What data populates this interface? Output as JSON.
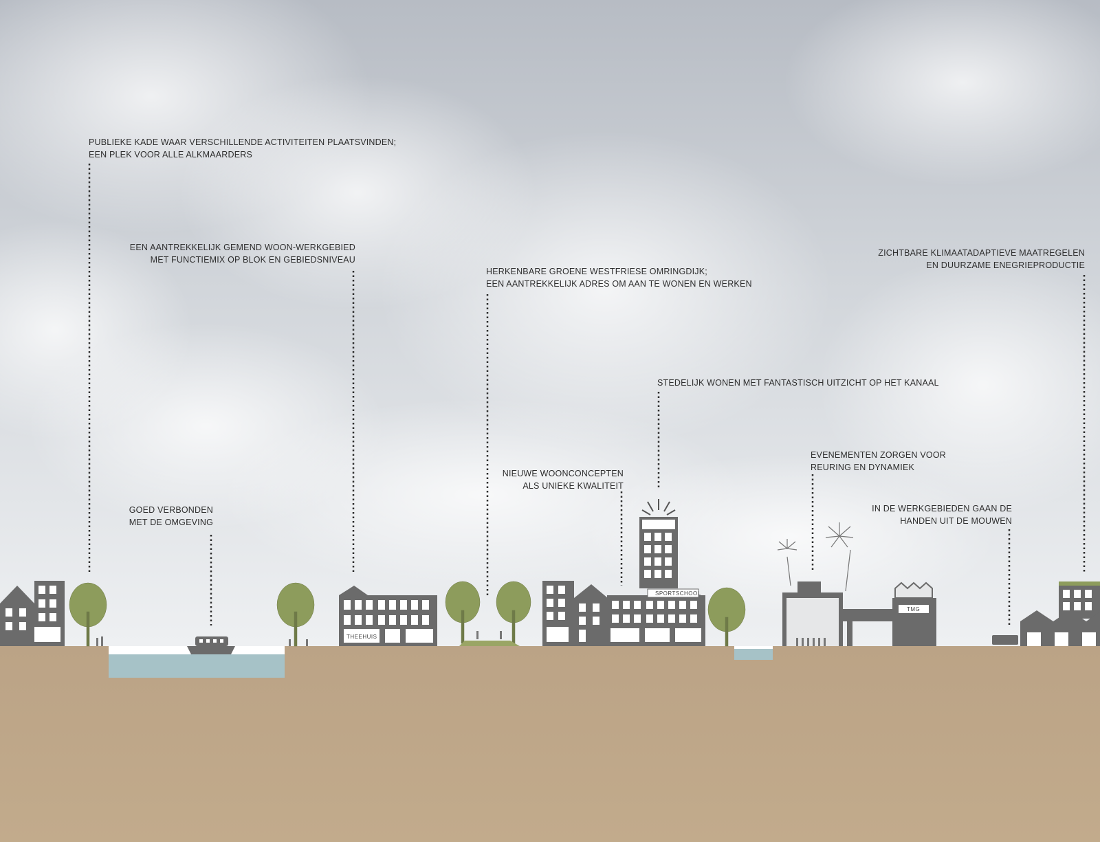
{
  "annotations": [
    {
      "id": "kade",
      "lines": [
        "PUBLIEKE KADE WAAR VERSCHILLENDE ACTIVITEITEN PLAATSVINDEN;",
        "EEN PLEK VOOR ALLE ALKMAARDERS"
      ]
    },
    {
      "id": "woon-werk",
      "lines": [
        "EEN AANTREKKELIJK GEMEND WOON-WERKGEBIED",
        "MET FUNCTIEMIX OP BLOK EN GEBIEDSNIVEAU"
      ]
    },
    {
      "id": "omringdijk",
      "lines": [
        "HERKENBARE GROENE WESTFRIESE OMRINGDIJK;",
        "EEN AANTREKKELIJK ADRES OM AAN TE WONEN EN WERKEN"
      ]
    },
    {
      "id": "klimaat",
      "lines": [
        "ZICHTBARE KLIMAATADAPTIEVE MAATREGELEN",
        "EN DUURZAME ENEGRIEPRODUCTIE"
      ]
    },
    {
      "id": "stedelijk",
      "lines": [
        "STEDELIJK WONEN MET FANTASTISCH UITZICHT OP HET KANAAL"
      ]
    },
    {
      "id": "evenementen",
      "lines": [
        "EVENEMENTEN ZORGEN VOOR",
        "REURING EN DYNAMIEK"
      ]
    },
    {
      "id": "woonconcepten",
      "lines": [
        "NIEUWE WOONCONCEPTEN",
        "ALS UNIEKE KWALITEIT"
      ]
    },
    {
      "id": "verbonden",
      "lines": [
        "GOED VERBONDEN",
        "MET DE OMGEVING"
      ]
    },
    {
      "id": "werkgebieden",
      "lines": [
        "IN DE WERKGEBIEDEN GAAN DE",
        "HANDEN UIT DE MOUWEN"
      ]
    }
  ],
  "building_signs": {
    "theehuis": "THEEHUIS",
    "sportschool": "SPORTSCHOOL",
    "tmg": "TMG"
  },
  "colors": {
    "ground": "#bda686",
    "water": "#a6c2c7",
    "building": "#6b6b6b",
    "tree": "#8d9c5c",
    "sky_top": "#b9bfc7",
    "sky_bottom": "#e8ebee"
  }
}
